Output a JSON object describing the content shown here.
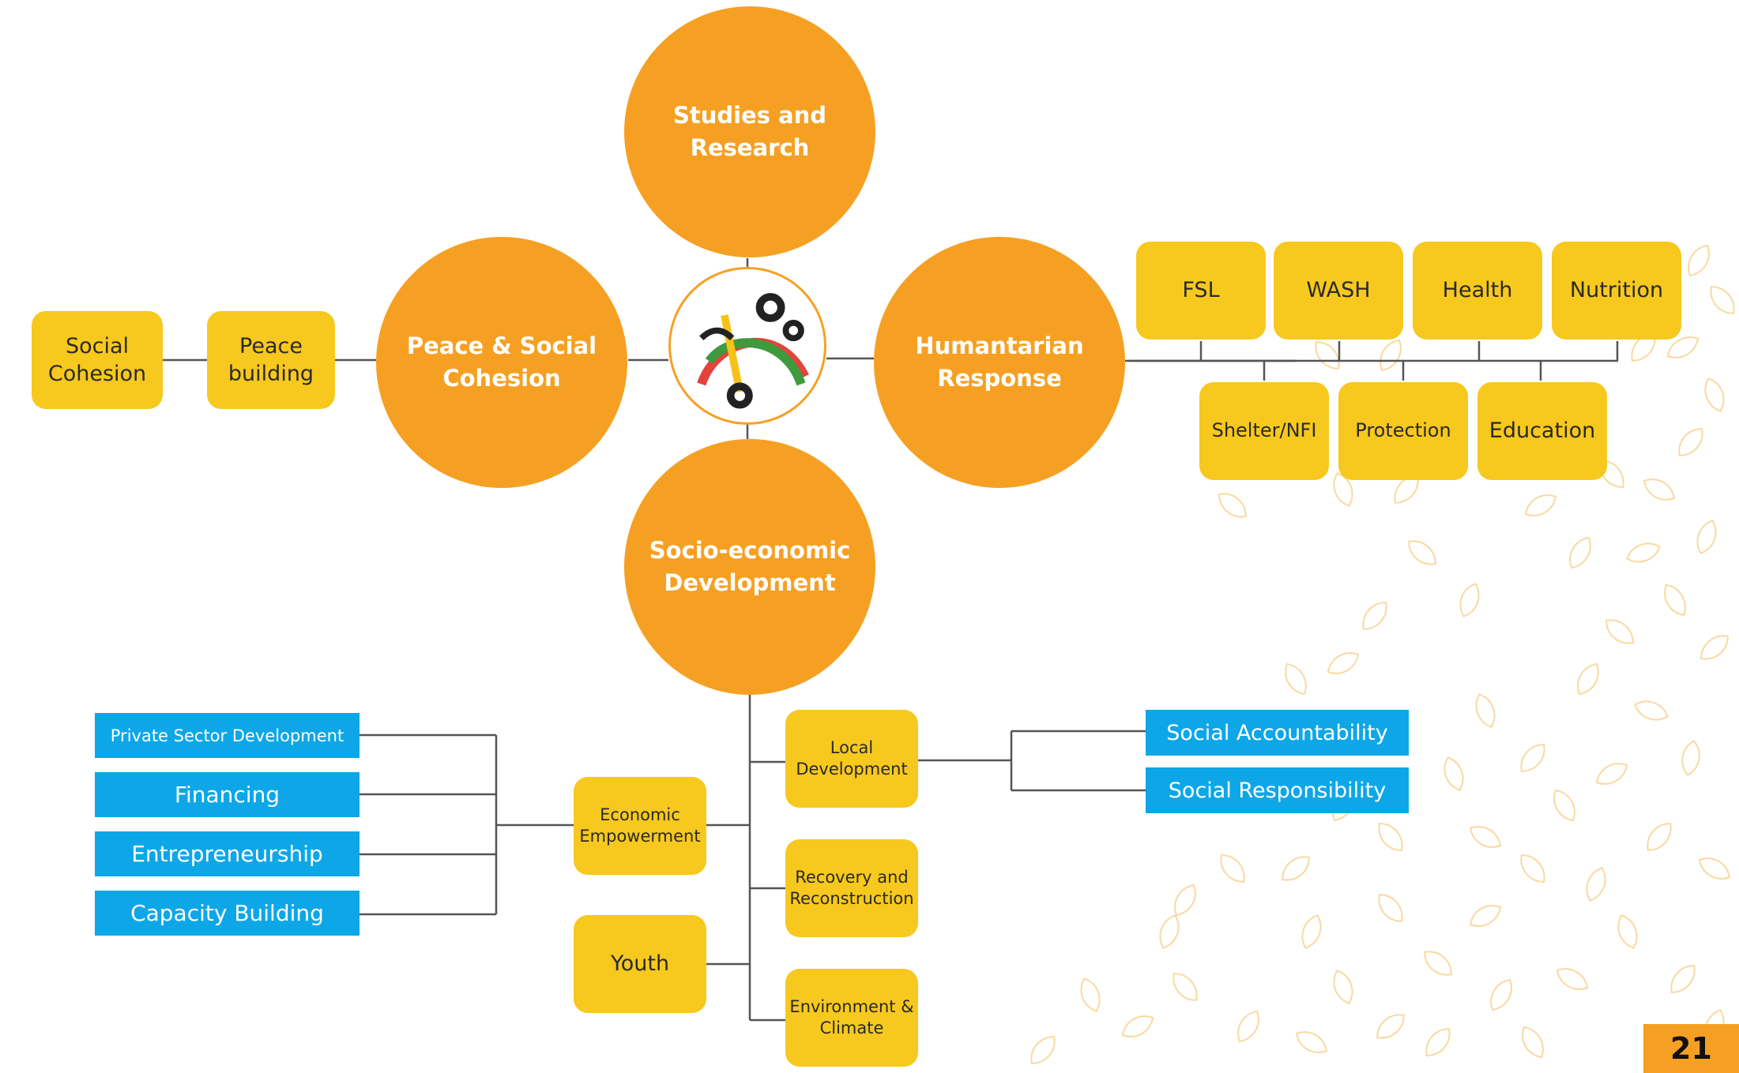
{
  "hubs": {
    "studies": "Studies and\nResearch",
    "peace": "Peace & Social\nCohesion",
    "humanitarian": "Humantarian\nResponse",
    "socio": "Socio-economic\nDevelopment"
  },
  "peace_branch": {
    "peace_building": "Peace\nbuilding",
    "social_cohesion": "Social\nCohesion"
  },
  "humanitarian_branch": {
    "fsl": "FSL",
    "wash": "WASH",
    "health": "Health",
    "nutrition": "Nutrition",
    "shelter": "Shelter/NFI",
    "protection": "Protection",
    "education": "Education"
  },
  "socio_branch": {
    "economic_empowerment": "Economic\nEmpowerment",
    "youth": "Youth",
    "local_development": "Local\nDevelopment",
    "recovery": "Recovery and\nReconstruction",
    "environment": "Environment &\nClimate"
  },
  "economic_items": [
    "Private Sector Development",
    "Financing",
    "Entrepreneurship",
    "Capacity Building"
  ],
  "local_items": [
    "Social Accountability",
    "Social Responsibility"
  ],
  "page_number": "21",
  "colors": {
    "hub": "#f6a023",
    "box": "#f7c81e",
    "blue": "#0da7e8",
    "line": "#555555",
    "leaf_outline": "#f8d9a0"
  },
  "icons": {
    "logo": "organization-logo-icon",
    "decoration": "leaf-pattern-icon"
  }
}
